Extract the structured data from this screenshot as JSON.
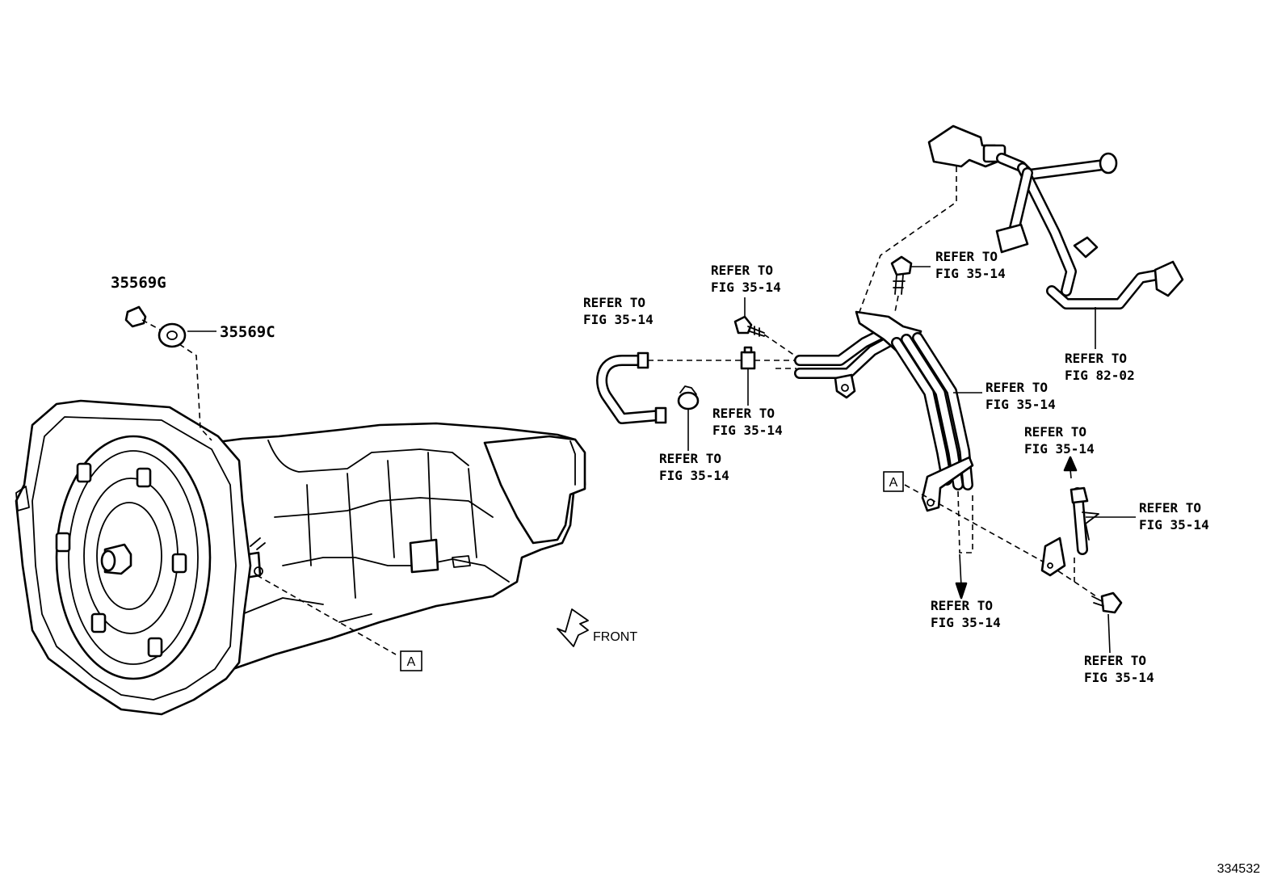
{
  "part_numbers": {
    "p35569g": "35569G",
    "p35569c": "35569C"
  },
  "refs": [
    {
      "id": "ref1",
      "line1": "REFER TO",
      "line2": "FIG 35-14"
    },
    {
      "id": "ref2",
      "line1": "REFER TO",
      "line2": "FIG 35-14"
    },
    {
      "id": "ref3",
      "line1": "REFER TO",
      "line2": "FIG 35-14"
    },
    {
      "id": "ref4",
      "line1": "REFER TO",
      "line2": "FIG 35-14"
    },
    {
      "id": "ref5",
      "line1": "REFER TO",
      "line2": "FIG 35-14"
    },
    {
      "id": "ref6",
      "line1": "REFER TO",
      "line2": "FIG 82-02"
    },
    {
      "id": "ref7",
      "line1": "REFER TO",
      "line2": "FIG 35-14"
    },
    {
      "id": "ref8",
      "line1": "REFER TO",
      "line2": "FIG 35-14"
    },
    {
      "id": "ref9",
      "line1": "REFER TO",
      "line2": "FIG 35-14"
    },
    {
      "id": "ref10",
      "line1": "REFER TO",
      "line2": "FIG 35-14"
    },
    {
      "id": "ref11",
      "line1": "REFER TO",
      "line2": "FIG 35-14"
    }
  ],
  "markers": {
    "a_left": "A",
    "a_right": "A"
  },
  "front_label": "FRONT",
  "figure_number": "334532"
}
